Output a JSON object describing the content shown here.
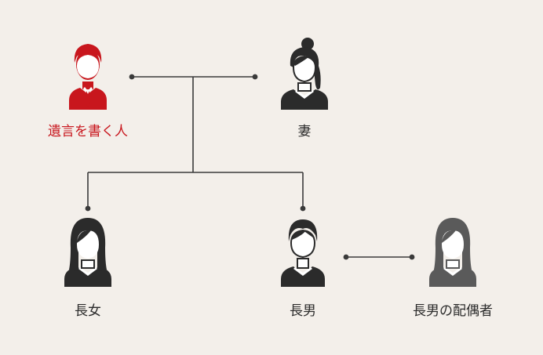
{
  "colors": {
    "background": "#f3efea",
    "testator": "#c8161d",
    "family": "#2b2b2b",
    "spouse_of_son": "#5a5a5a",
    "line": "#3a3a3a"
  },
  "nodes": {
    "testator": {
      "label": "遺言を書く人",
      "icon": "man-with-tie-icon"
    },
    "wife": {
      "label": "妻",
      "icon": "woman-with-ponytail-icon"
    },
    "daughter": {
      "label": "長女",
      "icon": "woman-long-hair-icon"
    },
    "son": {
      "label": "長男",
      "icon": "man-short-hair-icon"
    },
    "son_spouse": {
      "label": "長男の配偶者",
      "icon": "woman-long-hair-icon"
    }
  }
}
